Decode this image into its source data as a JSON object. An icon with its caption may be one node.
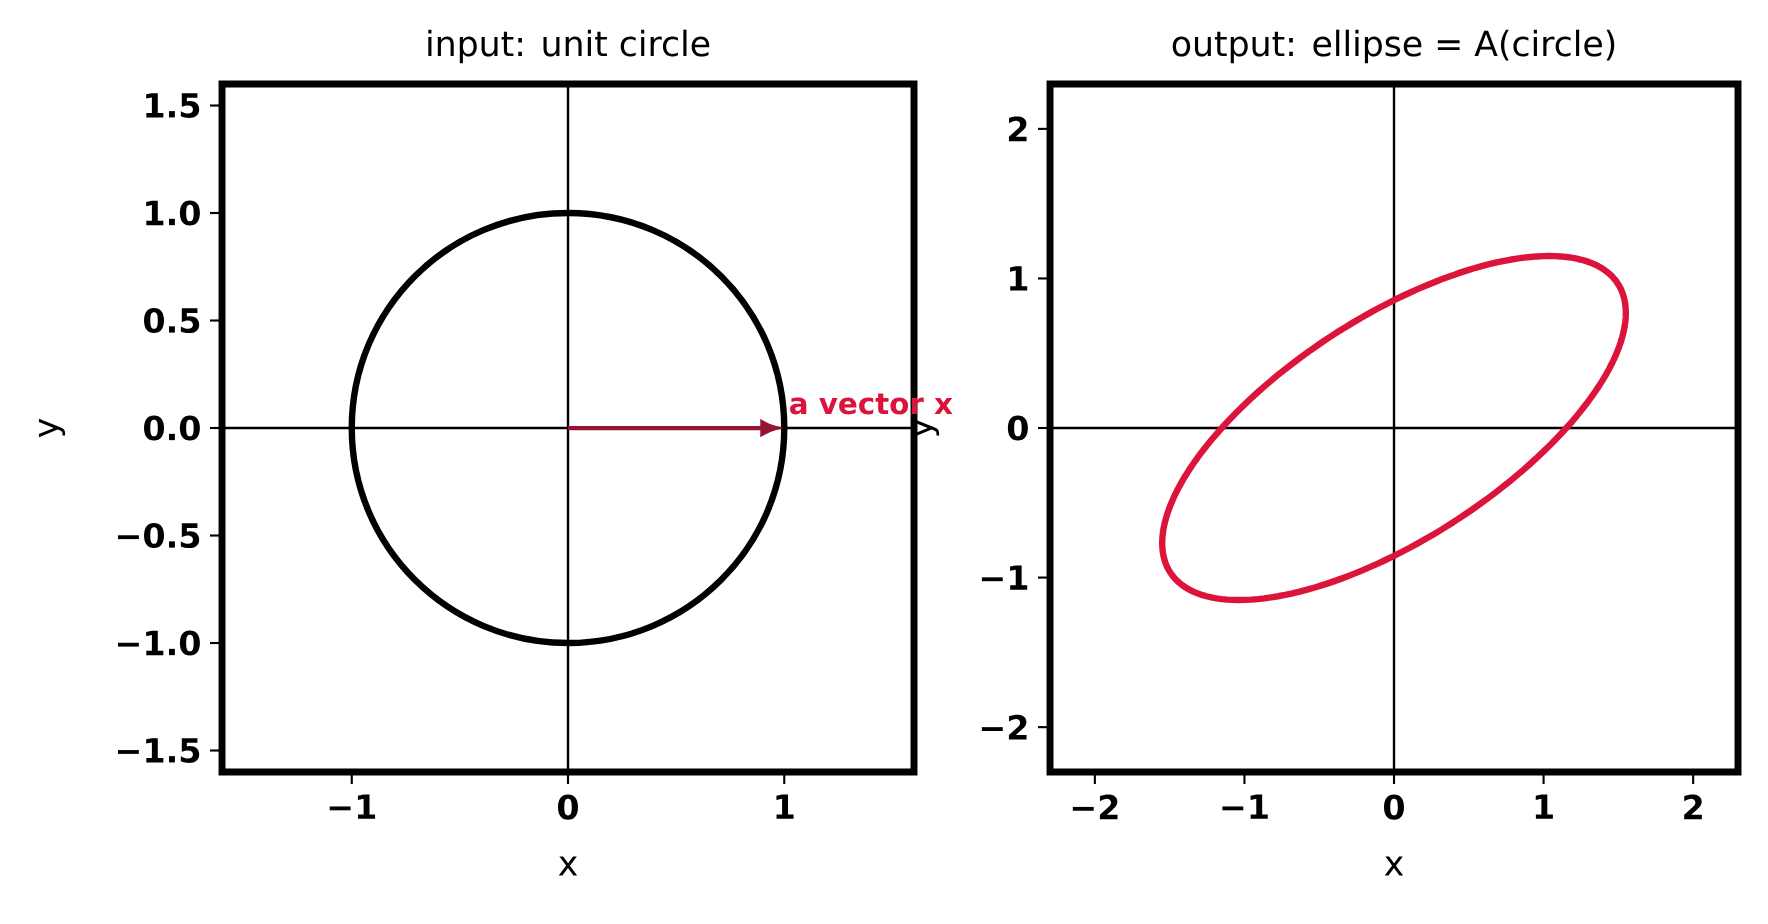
{
  "diagram": {
    "labels": [
      "input: unit circle",
      "output: ellipse = A(circle)",
      "1.5",
      "1.0",
      "0.5",
      "0.0",
      "−0.5",
      "−1.0",
      "−1.5",
      "y",
      "a vector x",
      "2",
      "1",
      "0",
      "−1",
      "−2",
      "y",
      "−1",
      "0",
      "1",
      "x",
      "−2",
      "−1",
      "0",
      "1",
      "2",
      "x"
    ]
  }
}
